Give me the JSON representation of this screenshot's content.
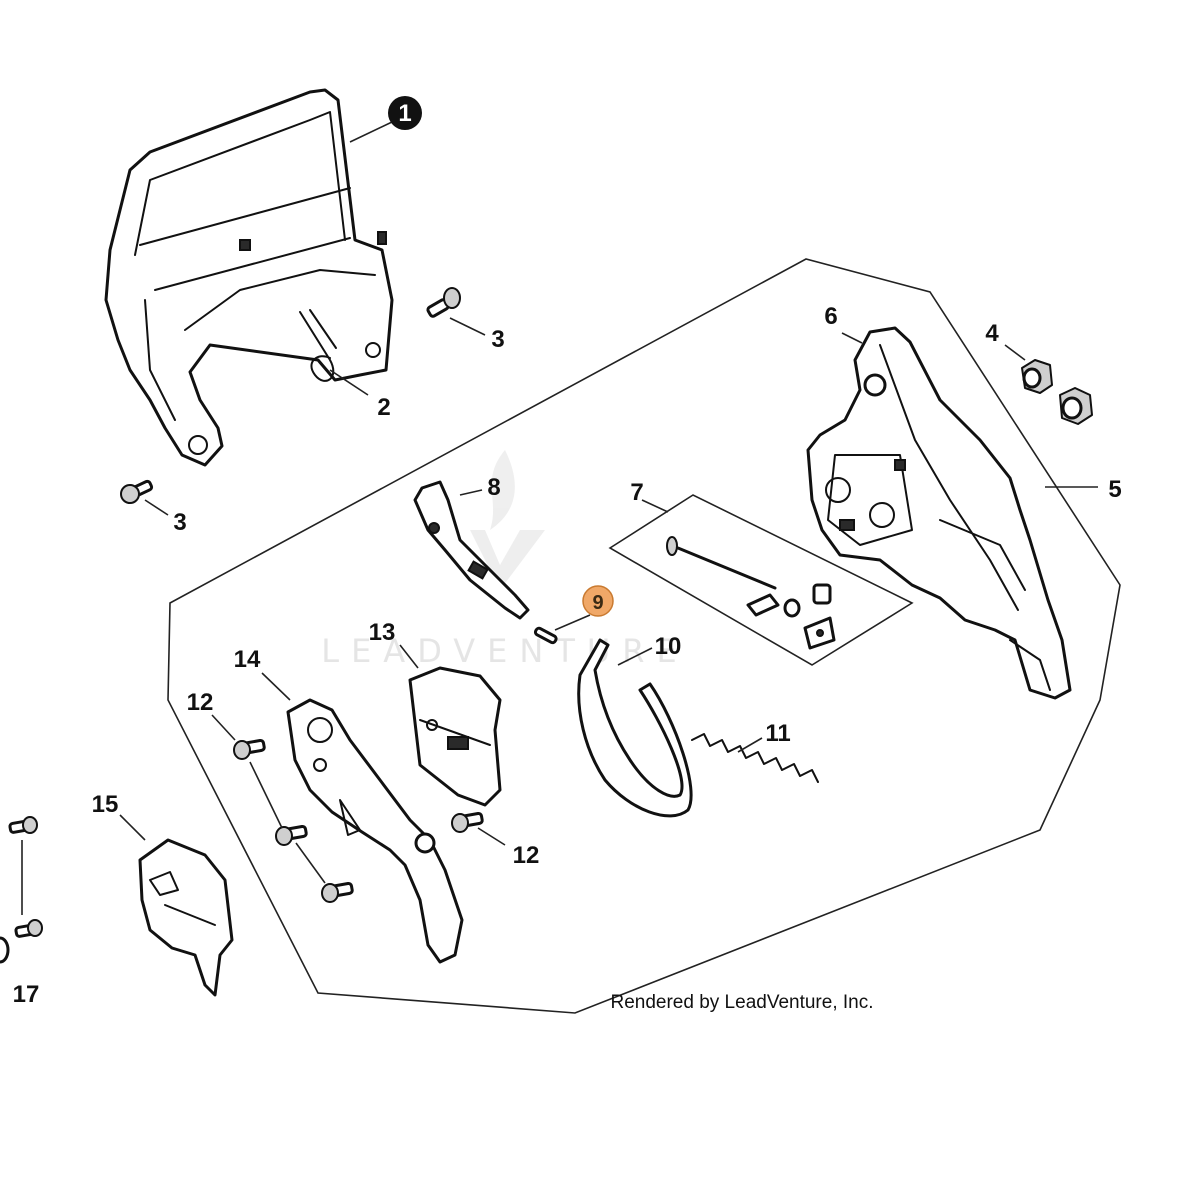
{
  "callouts": {
    "c1": "1",
    "c2": "2",
    "c3a": "3",
    "c3b": "3",
    "c4": "4",
    "c5": "5",
    "c6": "6",
    "c7": "7",
    "c8": "8",
    "c9": "9",
    "c10": "10",
    "c11": "11",
    "c12a": "12",
    "c12b": "12",
    "c13": "13",
    "c14": "14",
    "c15": "15",
    "c17": "17"
  },
  "watermark": "LEADVENTURE",
  "credit": "Rendered by LeadVenture, Inc.",
  "colors": {
    "highlight_fill": "#f0a868",
    "highlight_stroke": "#c97a30",
    "badge_fill": "#111111",
    "line": "#111111"
  }
}
